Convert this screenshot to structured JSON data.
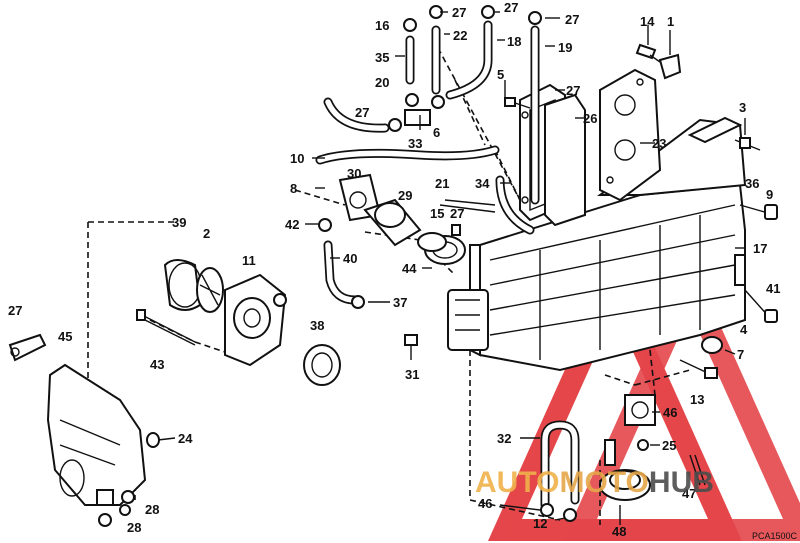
{
  "diagram": {
    "callouts": [
      {
        "id": "c27a",
        "text": "27"
      },
      {
        "id": "c27b",
        "text": "27"
      },
      {
        "id": "c27c",
        "text": "27"
      },
      {
        "id": "c22",
        "text": "22"
      },
      {
        "id": "c18",
        "text": "18"
      },
      {
        "id": "c19",
        "text": "19"
      },
      {
        "id": "c14",
        "text": "14"
      },
      {
        "id": "c1",
        "text": "1"
      },
      {
        "id": "c16",
        "text": "16"
      },
      {
        "id": "c35",
        "text": "35"
      },
      {
        "id": "c5",
        "text": "5"
      },
      {
        "id": "c27d",
        "text": "27"
      },
      {
        "id": "c20",
        "text": "20"
      },
      {
        "id": "c27e",
        "text": "27"
      },
      {
        "id": "c6",
        "text": "6"
      },
      {
        "id": "c26",
        "text": "26"
      },
      {
        "id": "c33",
        "text": "33"
      },
      {
        "id": "c3",
        "text": "3"
      },
      {
        "id": "c23",
        "text": "23"
      },
      {
        "id": "c10",
        "text": "10"
      },
      {
        "id": "c30",
        "text": "30"
      },
      {
        "id": "c21",
        "text": "21"
      },
      {
        "id": "c34",
        "text": "34"
      },
      {
        "id": "c8",
        "text": "8"
      },
      {
        "id": "c29",
        "text": "29"
      },
      {
        "id": "c36",
        "text": "36"
      },
      {
        "id": "c9",
        "text": "9"
      },
      {
        "id": "c15",
        "text": "15"
      },
      {
        "id": "c27f",
        "text": "27"
      },
      {
        "id": "c42",
        "text": "42"
      },
      {
        "id": "c39",
        "text": "39"
      },
      {
        "id": "c2",
        "text": "2"
      },
      {
        "id": "c17",
        "text": "17"
      },
      {
        "id": "c40",
        "text": "40"
      },
      {
        "id": "c11",
        "text": "11"
      },
      {
        "id": "c44",
        "text": "44"
      },
      {
        "id": "c27g",
        "text": "27"
      },
      {
        "id": "c37",
        "text": "37"
      },
      {
        "id": "c41",
        "text": "41"
      },
      {
        "id": "c45",
        "text": "45"
      },
      {
        "id": "c43",
        "text": "43"
      },
      {
        "id": "c38",
        "text": "38"
      },
      {
        "id": "c4",
        "text": "4"
      },
      {
        "id": "c7",
        "text": "7"
      },
      {
        "id": "c31",
        "text": "31"
      },
      {
        "id": "c13",
        "text": "13"
      },
      {
        "id": "c46a",
        "text": "46"
      },
      {
        "id": "c24",
        "text": "24"
      },
      {
        "id": "c32",
        "text": "32"
      },
      {
        "id": "c25",
        "text": "25"
      },
      {
        "id": "c47",
        "text": "47"
      },
      {
        "id": "c28a",
        "text": "28"
      },
      {
        "id": "c46b",
        "text": "46"
      },
      {
        "id": "c28b",
        "text": "28"
      },
      {
        "id": "c12",
        "text": "12"
      },
      {
        "id": "c48",
        "text": "48"
      }
    ],
    "drawing_code": "PCA1500C",
    "watermark": {
      "text_part1": "AUTO",
      "text_part2": "MOTO",
      "text_part3": "HUB",
      "triangle_color": "#e0262b",
      "text_color_1": "#f0b24a",
      "text_color_2": "#e6a74a",
      "text_color_3": "#4d4d4d"
    }
  }
}
